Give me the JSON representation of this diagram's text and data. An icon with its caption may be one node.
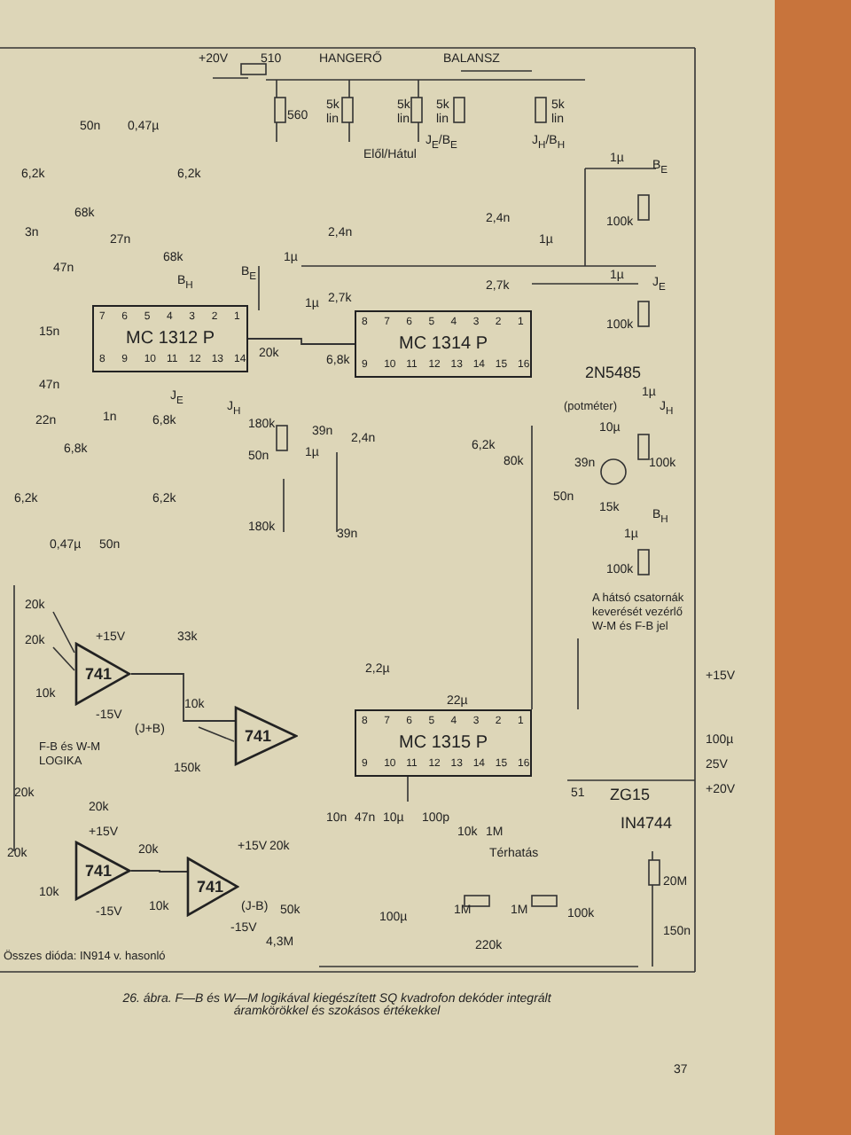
{
  "diagram": {
    "caption": "26. ábra. F—B és W—M logikával kiegészített SQ kvadrofon dekóder integrált áramkörökkel és szokásos értékekkel",
    "nodes": [
      {
        "text": [
          "MC 1312 P"
        ]
      },
      {
        "text": [
          "MC 1314 P"
        ]
      },
      {
        "text": [
          "MC 1315 P"
        ]
      },
      {
        "text": [
          "741"
        ]
      },
      {
        "text": [
          "741"
        ]
      },
      {
        "text": [
          "741"
        ]
      },
      {
        "text": [
          "741"
        ]
      }
    ],
    "edges": [
      {
        "from": 0,
        "to": 1,
        "arrow": "none"
      },
      {
        "from": 3,
        "to": 4,
        "arrow": "none"
      },
      {
        "from": 5,
        "to": 6,
        "arrow": "none"
      }
    ],
    "labels": [
      "+20V",
      "510",
      "HANGERŐ",
      "BALANSZ",
      "560",
      "5k",
      "lin",
      "5k",
      "lin",
      "5k",
      "lin",
      "5k",
      "lin",
      "Elől/Hátul",
      "J$_{E}$/B$_{E}$",
      "J$_{H}$/B$_{H}$",
      "50n",
      "0,47µ",
      "6,2k",
      "6,2k",
      "68k",
      "3n",
      "27n",
      "68k",
      "1µ",
      "B$_{E}$",
      "100k",
      "B$_{H}$",
      "B$_{E}$",
      "1µ",
      "2,4n",
      "2,7k",
      "2,4n",
      "1µ",
      "2,7k",
      "1µ",
      "J$_{E}$",
      "47n",
      "1µ",
      "15n",
      "100k",
      "47n",
      "J$_{E}$",
      "J$_{H}$",
      "20k",
      "6,8k",
      "2N5485",
      "(potméter)",
      "1µ",
      "J$_{H}$",
      "10µ",
      "100k",
      "6,2k",
      "22n",
      "6,8k",
      "1n",
      "6,8k",
      "180k",
      "39n",
      "80k",
      "39n",
      "50n",
      "1µ",
      "2,4n",
      "6,2k",
      "6,2k",
      "50n",
      "15k",
      "B$_{H}$",
      "0,47µ",
      "50n",
      "180k",
      "39n",
      "1µ",
      "100k",
      "A hátsó csatornák keverését vezérlő W-M és F-B jel",
      "20k",
      "20k",
      "+15V",
      "33k",
      "2,2µ",
      "10k",
      "+15V",
      "-15V",
      "10k",
      "(J+B)",
      "22µ",
      "F-B és W-M LOGIKA",
      "100µ",
      "150k",
      "25V",
      "20k",
      "51",
      "ZG15",
      "+20V",
      "20k",
      "+15V",
      "10n",
      "47n",
      "10µ",
      "100p",
      "10k",
      "1M",
      "IN4744",
      "20k",
      "20k",
      "+15V",
      "20k",
      "Térhatás",
      "20M",
      "10k",
      "-15V",
      "10k",
      "(J-B)",
      "50k",
      "100µ",
      "1M",
      "1M",
      "100k",
      "-15V",
      "4,3M",
      "220k",
      "150n",
      "Összes dióda: IN914 v. hasonló",
      "37",
      "7",
      "6",
      "5",
      "4",
      "3",
      "2",
      "1",
      "8",
      "9",
      "10",
      "11",
      "12",
      "13",
      "14",
      "8",
      "7",
      "6",
      "5",
      "4",
      "3",
      "2",
      "1",
      "9",
      "10",
      "11",
      "12",
      "13",
      "14",
      "15",
      "16",
      "8",
      "7",
      "6",
      "5",
      "4",
      "3",
      "2",
      "1",
      "9",
      "10",
      "11",
      "12",
      "13",
      "14",
      "15",
      "16"
    ]
  }
}
